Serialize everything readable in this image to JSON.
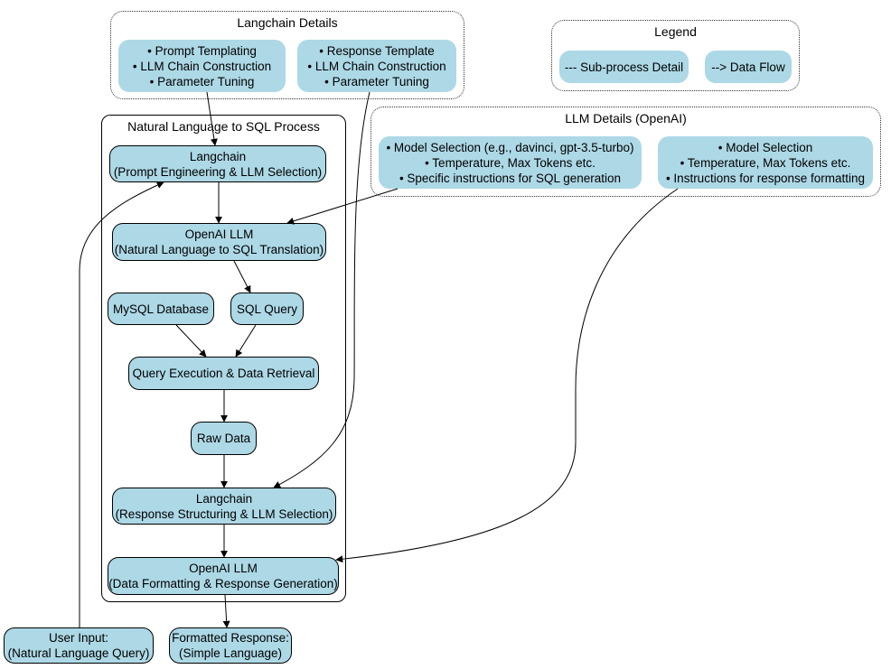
{
  "langchain_details": {
    "title": "Langchain Details",
    "prompt_box": [
      "• Prompt Templating",
      "•  LLM Chain Construction",
      "• Parameter Tuning"
    ],
    "response_box": [
      "• Response Template",
      "• LLM Chain Construction",
      "• Parameter Tuning"
    ]
  },
  "legend": {
    "title": "Legend",
    "subprocess": "---  Sub-process Detail",
    "dataflow": "--> Data Flow"
  },
  "llm_details": {
    "title": "LLM Details (OpenAI)",
    "sql_box": [
      "•  Model Selection (e.g., davinci, gpt-3.5-turbo)",
      "•  Temperature, Max Tokens etc.",
      "•  Specific instructions for SQL generation"
    ],
    "response_box": [
      "• Model Selection",
      "• Temperature, Max Tokens etc.",
      "•  Instructions for response formatting"
    ]
  },
  "process": {
    "title": "Natural Language to SQL Process",
    "langchain_prompt": [
      "Langchain",
      "(Prompt Engineering & LLM Selection)"
    ],
    "openai_sql": [
      "OpenAI LLM",
      "(Natural Language to SQL Translation)"
    ],
    "mysql": "MySQL Database",
    "sql_query": "SQL Query",
    "query_exec": "Query Execution & Data Retrieval",
    "raw_data": "Raw Data",
    "langchain_response": [
      "Langchain",
      "(Response Structuring & LLM Selection)"
    ],
    "openai_format": [
      "OpenAI LLM",
      "(Data Formatting & Response Generation)"
    ]
  },
  "user_input": [
    "User Input:",
    "(Natural Language Query)"
  ],
  "formatted_response": [
    "Formatted Response:",
    "(Simple Language)"
  ],
  "colors": {
    "node_fill": "#add8e6",
    "stroke": "#000000"
  }
}
